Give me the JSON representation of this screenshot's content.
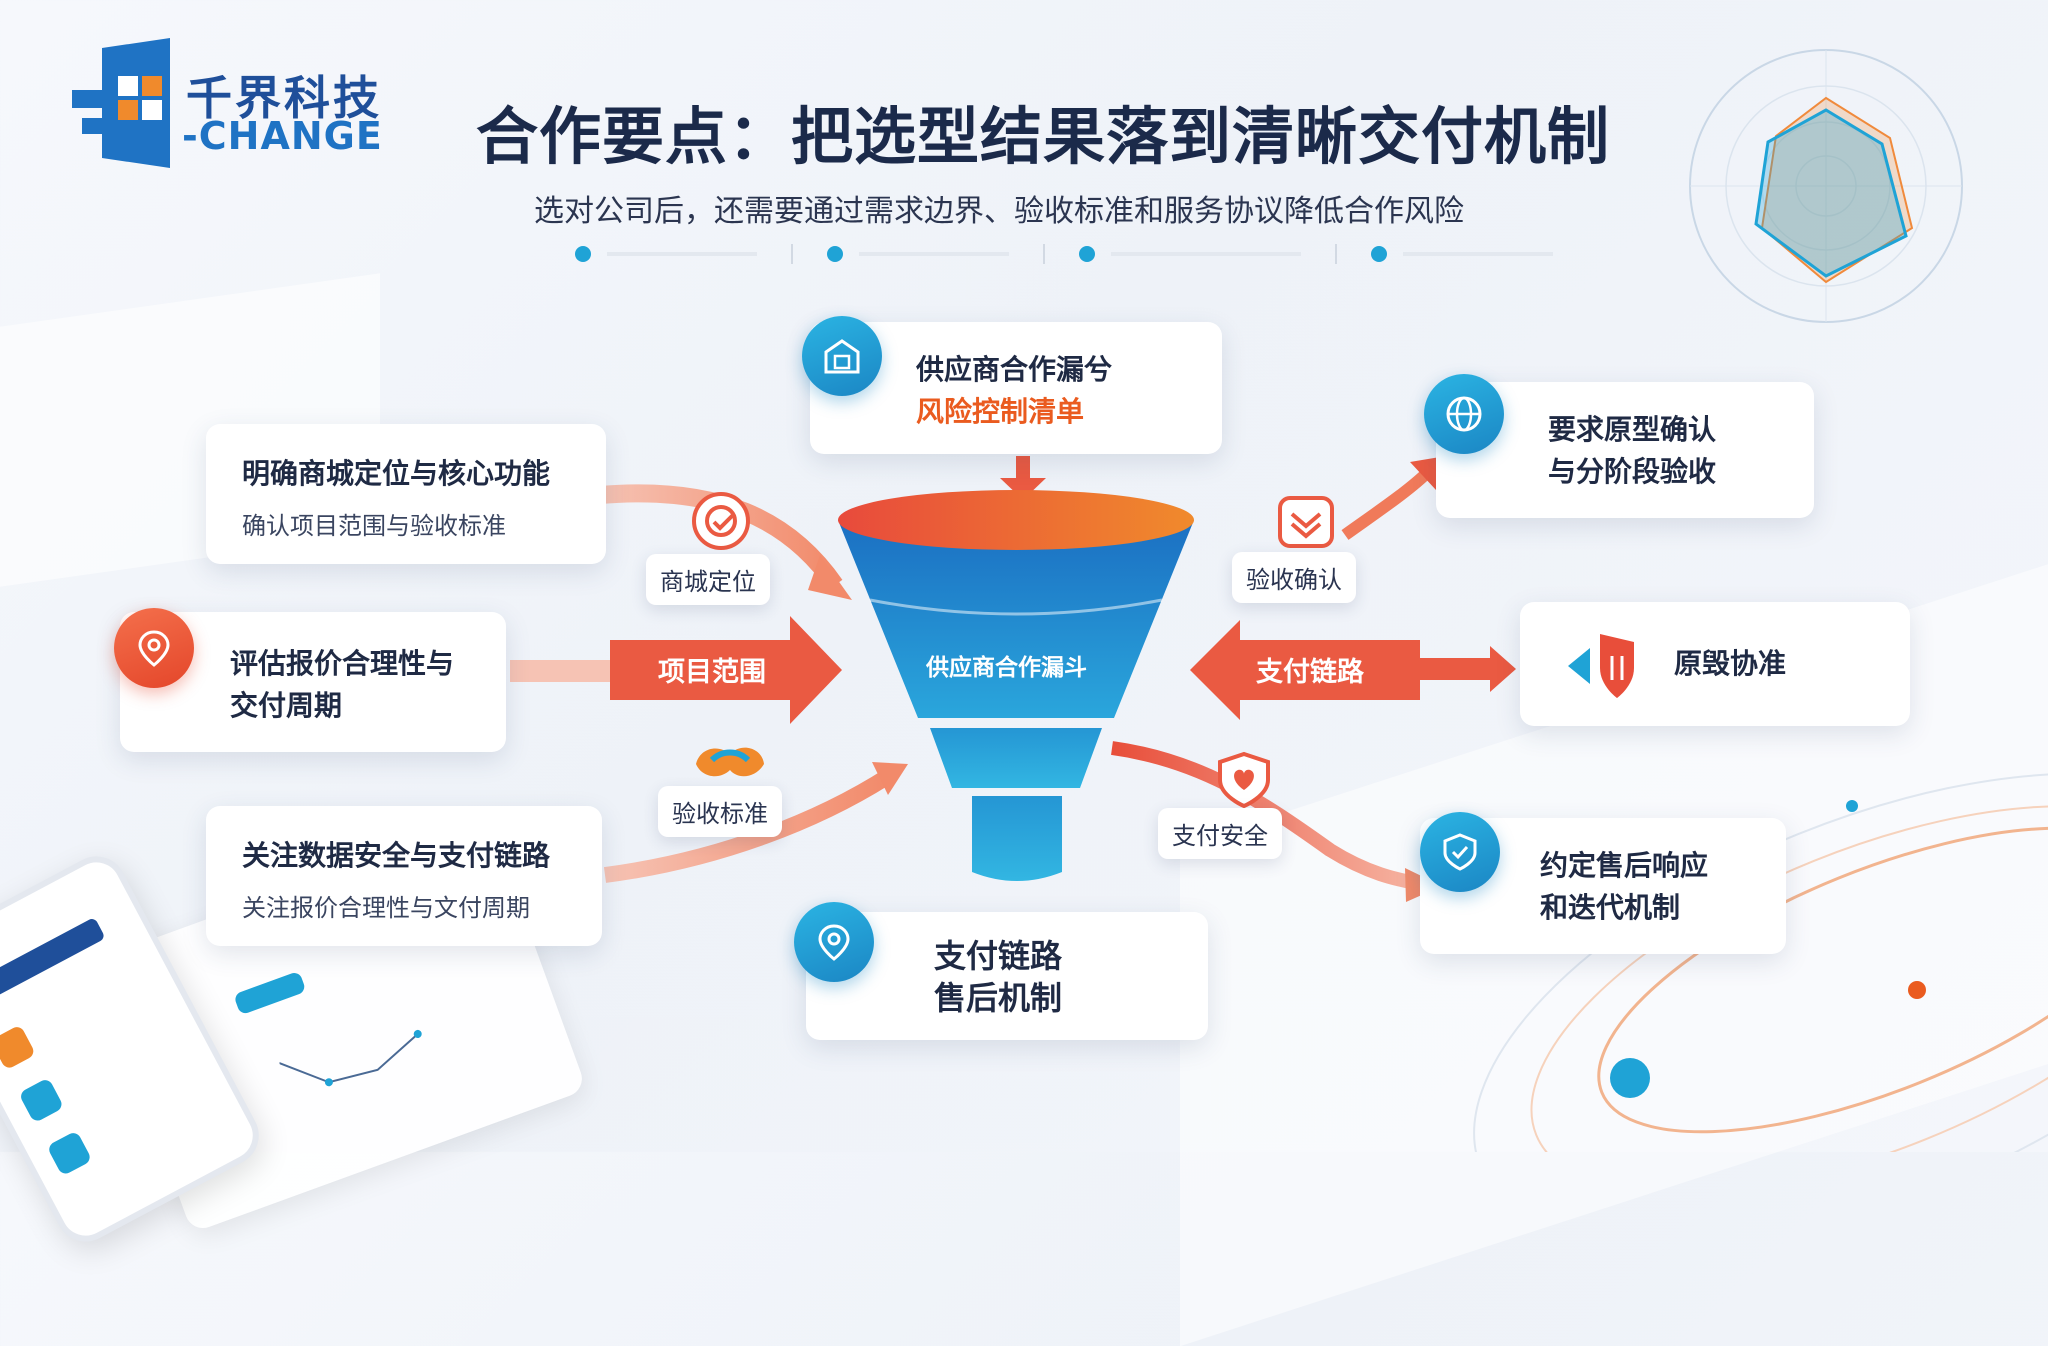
{
  "header": {
    "brand_name": "千界科技",
    "brand_en": "-CHANGE",
    "title": "合作要点：把选型结果落到清晰交付机制",
    "subtitle": "选对公司后，还需要通过需求边界、验收标准和服务协议降低合作风险"
  },
  "colors": {
    "brand_blue": "#1f73c4",
    "accent_cyan": "#1fa3d6",
    "accent_red": "#e4462a",
    "accent_orange": "#ea5b1f"
  },
  "funnel": {
    "label": "供应商合作漏斗"
  },
  "top_card": {
    "title": "供应商合作漏兮",
    "subtitle": "风险控制清单",
    "icon": "shop-icon"
  },
  "left_cards": [
    {
      "title": "明确商城定位与核心功能",
      "subtitle": "确认项目范围与验收标准"
    },
    {
      "title_line1": "评估报价合理性与",
      "title_line2": "交付周期",
      "icon": "location-pin-icon"
    },
    {
      "title": "关注数据安全与支付链路",
      "subtitle": "关注报价合理性与文付周期"
    }
  ],
  "bottom_card": {
    "line1": "支付链路",
    "line2": "售后机制",
    "icon": "location-pin-icon"
  },
  "right_cards": [
    {
      "line1": "要求原型确认",
      "line2": "与分阶段验收",
      "icon": "globe-icon"
    },
    {
      "title": "原毁协准",
      "icon": "shield-icon"
    },
    {
      "line1": "约定售后响应",
      "line2": "和迭代机制",
      "icon": "shield-check-icon"
    }
  ],
  "pills": {
    "mall_position": "商城定位",
    "acceptance_standard": "验收标准",
    "acceptance_confirm": "验收确认",
    "payment_security": "支付安全"
  },
  "arrow_labels": {
    "project_scope": "项目范围",
    "payment_link": "支付链路"
  }
}
